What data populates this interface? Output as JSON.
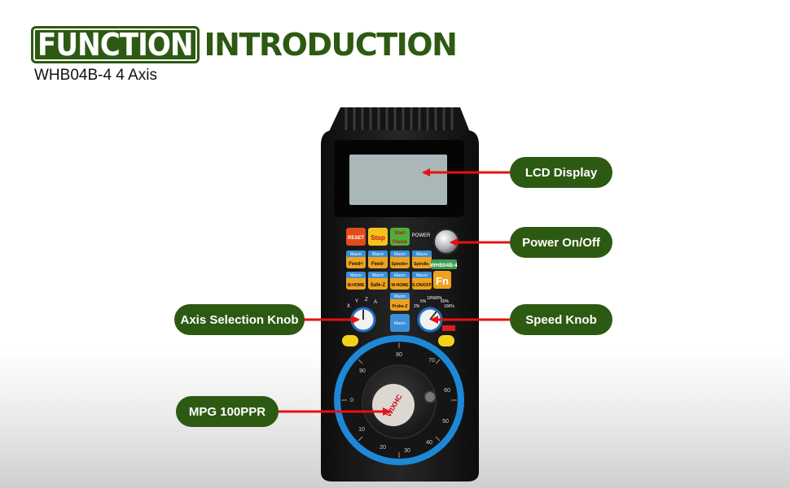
{
  "title": {
    "highlight": "FUNCTION",
    "rest": "INTRODUCTION"
  },
  "subtitle": "WHB04B-4 4 Axis",
  "callouts": {
    "lcd": "LCD Display",
    "power": "Power On/Off",
    "axis": "Axis Selection Knob",
    "speed": "Speed Knob",
    "mpg": "MPG 100PPR"
  },
  "device": {
    "buttons": {
      "reset": "RESET",
      "stop": "Stop",
      "start": "Start",
      "pause": "Pause",
      "feed_plus": "Feed+",
      "feed_minus": "Feed-",
      "spindle_plus": "Spindle+",
      "spindle_minus": "Spindle-",
      "m_home": "M-HOME",
      "safe_z": "Safe-Z",
      "w_home": "W-HOME",
      "s_on_off": "S-ON/OFF",
      "probe_z": "Probe-Z",
      "fn": "Fn",
      "macro": "Macro"
    },
    "power_label": "POWER",
    "model_label": "WHB04B-4",
    "axis_marks": [
      "X",
      "Y",
      "Z",
      "A"
    ],
    "speed_marks": [
      "2%",
      "5%",
      "10%",
      "30%",
      "60%",
      "100%"
    ],
    "dial_numbers": [
      "0",
      "10",
      "20",
      "30",
      "40",
      "50",
      "60",
      "70",
      "80",
      "90"
    ],
    "brand": "WIXHC",
    "colors": {
      "accent_green": "#2d5a12",
      "arrow_red": "#e81010",
      "ring_blue": "#1e88d8"
    }
  }
}
